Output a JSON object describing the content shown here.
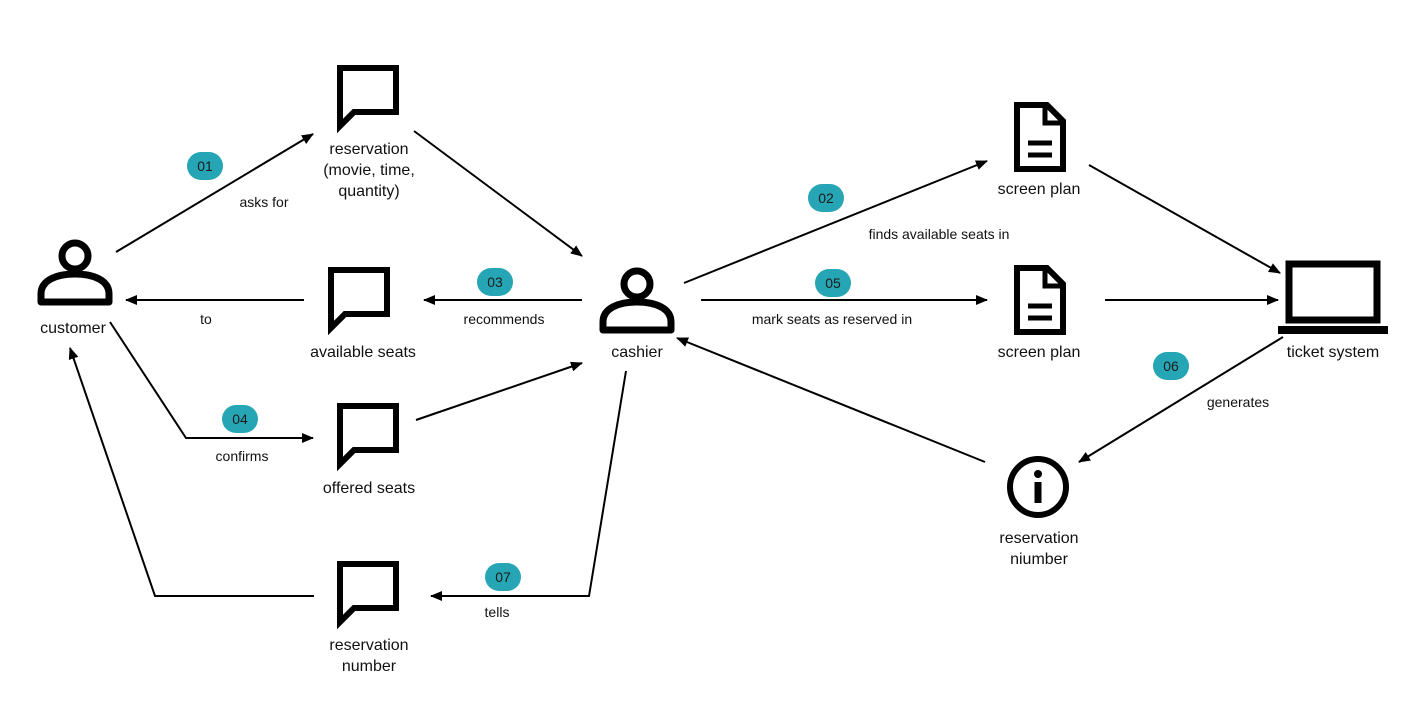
{
  "nodes": {
    "customer": {
      "label": "customer",
      "icon": "person-icon"
    },
    "cashier": {
      "label": "cashier",
      "icon": "person-icon"
    },
    "reservation_request": {
      "lines": [
        "reservation",
        "(movie, time,",
        "quantity)"
      ],
      "icon": "speech-bubble-icon"
    },
    "available_seats": {
      "label": "available seats",
      "icon": "speech-bubble-icon"
    },
    "offered_seats": {
      "label": "offered seats",
      "icon": "speech-bubble-icon"
    },
    "reservation_number_msg": {
      "lines": [
        "reservation",
        "number"
      ],
      "icon": "speech-bubble-icon"
    },
    "screen_plan_1": {
      "label": "screen plan",
      "icon": "document-icon"
    },
    "screen_plan_2": {
      "label": "screen plan",
      "icon": "document-icon"
    },
    "ticket_system": {
      "label": "ticket system",
      "icon": "laptop-icon"
    },
    "reservation_niumber": {
      "lines": [
        "reservation",
        "niumber"
      ],
      "icon": "info-icon"
    }
  },
  "edges": {
    "e01": {
      "step": "01",
      "label": "asks for"
    },
    "e02": {
      "step": "02",
      "label": "finds available seats in"
    },
    "e03": {
      "step": "03",
      "label": "recommends"
    },
    "e03b": {
      "label": "to"
    },
    "e04": {
      "step": "04",
      "label": "confirms"
    },
    "e05": {
      "step": "05",
      "label": "mark seats as reserved in"
    },
    "e06": {
      "step": "06",
      "label": "generates"
    },
    "e07": {
      "step": "07",
      "label": "tells"
    }
  },
  "colors": {
    "badge": "#26a6b4",
    "line": "#000000",
    "text": "#111111"
  }
}
